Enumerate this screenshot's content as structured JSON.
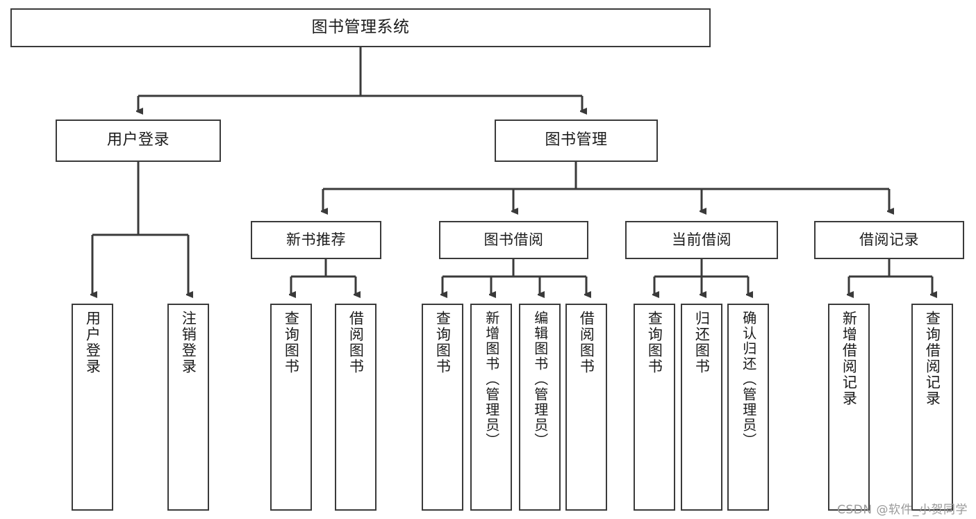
{
  "diagram": {
    "title": "图书管理系统",
    "type": "hierarchy-tree",
    "watermark": "CSDN @软件_小贺同学",
    "colors": {
      "stroke": "#3a3a3a",
      "fill": "#ffffff",
      "text": "#1b1b1b",
      "watermark": "#9a9a9a"
    },
    "root": {
      "label": "图书管理系统"
    },
    "level2": [
      {
        "label": "用户登录"
      },
      {
        "label": "图书管理"
      }
    ],
    "level3": [
      {
        "label": "新书推荐"
      },
      {
        "label": "图书借阅"
      },
      {
        "label": "当前借阅"
      },
      {
        "label": "借阅记录"
      }
    ],
    "leaves": {
      "user_login": [
        {
          "label": "用户登录"
        },
        {
          "label": "注销登录"
        }
      ],
      "new_book_recommend": [
        {
          "label": "查询图书"
        },
        {
          "label": "借阅图书"
        }
      ],
      "book_borrow": [
        {
          "label": "查询图书"
        },
        {
          "label": "新增图书（管理员）"
        },
        {
          "label": "编辑图书（管理员）"
        },
        {
          "label": "借阅图书"
        }
      ],
      "current_borrow": [
        {
          "label": "查询图书"
        },
        {
          "label": "归还图书"
        },
        {
          "label": "确认归还（管理员）"
        }
      ],
      "borrow_record": [
        {
          "label": "新增借阅记录"
        },
        {
          "label": "查询借阅记录"
        }
      ]
    }
  }
}
